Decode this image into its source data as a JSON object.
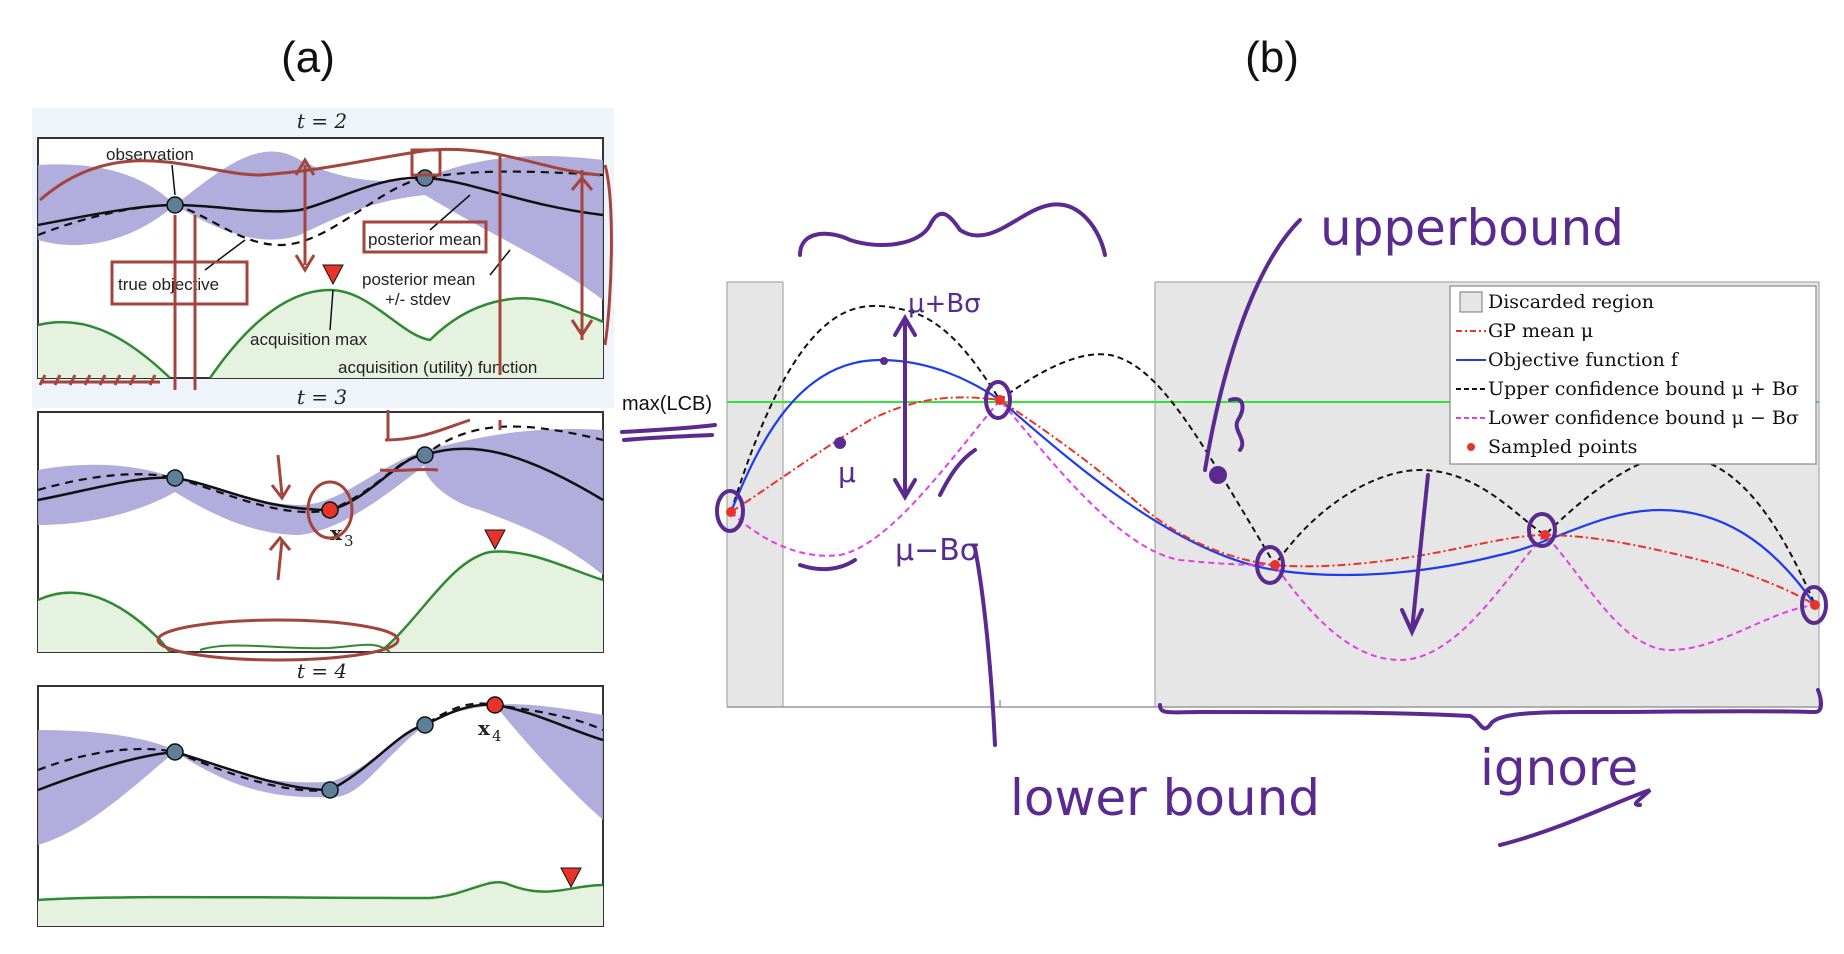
{
  "panel_a": {
    "label": "(a)",
    "frames": [
      {
        "title": "t = 2"
      },
      {
        "title": "t = 3"
      },
      {
        "title": "t = 4"
      }
    ],
    "annotations": {
      "observation": "observation",
      "posterior_mean": "posterior mean",
      "true_objective": "true objective",
      "posterior_mean_pm": "posterior mean",
      "pm_stdev": "+/- stdev",
      "acquisition_max": "acquisition max",
      "acquisition_function": "acquisition (utility) function",
      "x3": "x",
      "x3_sub": "3",
      "x4": "x",
      "x4_sub": "4"
    }
  },
  "panel_b": {
    "label": "(b)",
    "max_lcb": "max(LCB)",
    "legend": [
      {
        "label": "Discarded region"
      },
      {
        "label": "GP mean μ"
      },
      {
        "label": "Objective function f"
      },
      {
        "label": "Upper confidence bound μ + Bσ"
      },
      {
        "label": "Lower confidence bound μ − Bσ"
      },
      {
        "label": "Sampled points"
      }
    ],
    "handwriting": {
      "upper_bound": "upperbound",
      "lower_bound": "lower bound",
      "ignore": "ignore",
      "mu_plus": "μ+Bσ",
      "mu_minus": "μ−Bσ",
      "mu": "μ"
    },
    "colors": {
      "discarded": "#e6e6e6",
      "gp_mean": "#e8332a",
      "objective": "#1f3ee8",
      "ucb": "#111111",
      "lcb": "#e040e8",
      "max_lcb_line": "#33e633",
      "ink": "#5b2a91",
      "band": "#a8a4d9",
      "acq_fill": "#e6f2e0",
      "acq_line": "#2f8a33",
      "red_ink": "#a3453d"
    }
  }
}
